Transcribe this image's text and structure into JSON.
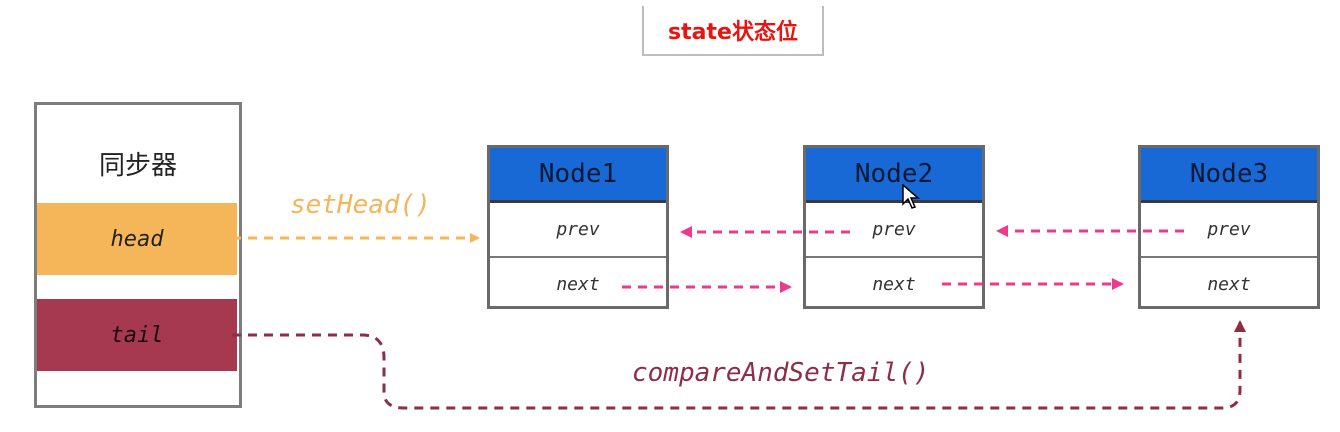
{
  "state": {
    "label": "state状态位",
    "color": "#e8140f"
  },
  "synchronizer": {
    "title": "同步器",
    "head_label": "head",
    "tail_label": "tail",
    "head_color": "#f5b659",
    "tail_color": "#a6394f"
  },
  "nodes": [
    {
      "name": "Node1",
      "prev": "prev",
      "next": "next"
    },
    {
      "name": "Node2",
      "prev": "prev",
      "next": "next"
    },
    {
      "name": "Node3",
      "prev": "prev",
      "next": "next"
    }
  ],
  "edges": {
    "set_head": {
      "label": "setHead()",
      "color": "#f5b659"
    },
    "compare_and_set_tail": {
      "label": "compareAndSetTail()",
      "color": "#8e2d46"
    },
    "link_color": "#ee3a8c"
  },
  "node_header_color": "#1868d6"
}
